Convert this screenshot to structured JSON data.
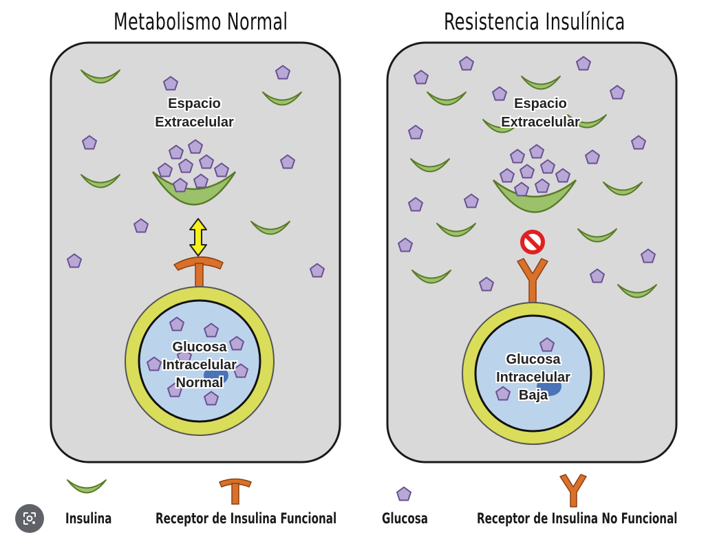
{
  "titles": {
    "left": "Metabolismo Normal",
    "right": "Resistencia Insulínica"
  },
  "left_panel": {
    "extracellular_line1": "Espacio",
    "extracellular_line2": "Extracelular",
    "cell_line1": "Glucosa",
    "cell_line2": "Intracelular",
    "cell_line3": "Normal"
  },
  "right_panel": {
    "extracellular_line1": "Espacio",
    "extracellular_line2": "Extracelular",
    "cell_line1": "Glucosa",
    "cell_line2": "Intracelular",
    "cell_line3": "Baja"
  },
  "legend": {
    "insulin": "Insulina",
    "functional_receptor": "Receptor de Insulina Funcional",
    "glucose": "Glucosa",
    "nonfunctional_receptor": "Receptor de Insulina No Funcional"
  },
  "colors": {
    "panel_fill": "#d9d9d9",
    "insulin_green": "#9bc26a",
    "glucose_purple": "#b7a8d6",
    "receptor_orange": "#d9712a",
    "cell_membrane": "#d9dd5a",
    "cytoplasm": "#bcd3ec",
    "block_red": "#e02020",
    "arrow_yellow": "#f5f21a"
  },
  "icons": {
    "lens_button": "lens-search-icon"
  }
}
